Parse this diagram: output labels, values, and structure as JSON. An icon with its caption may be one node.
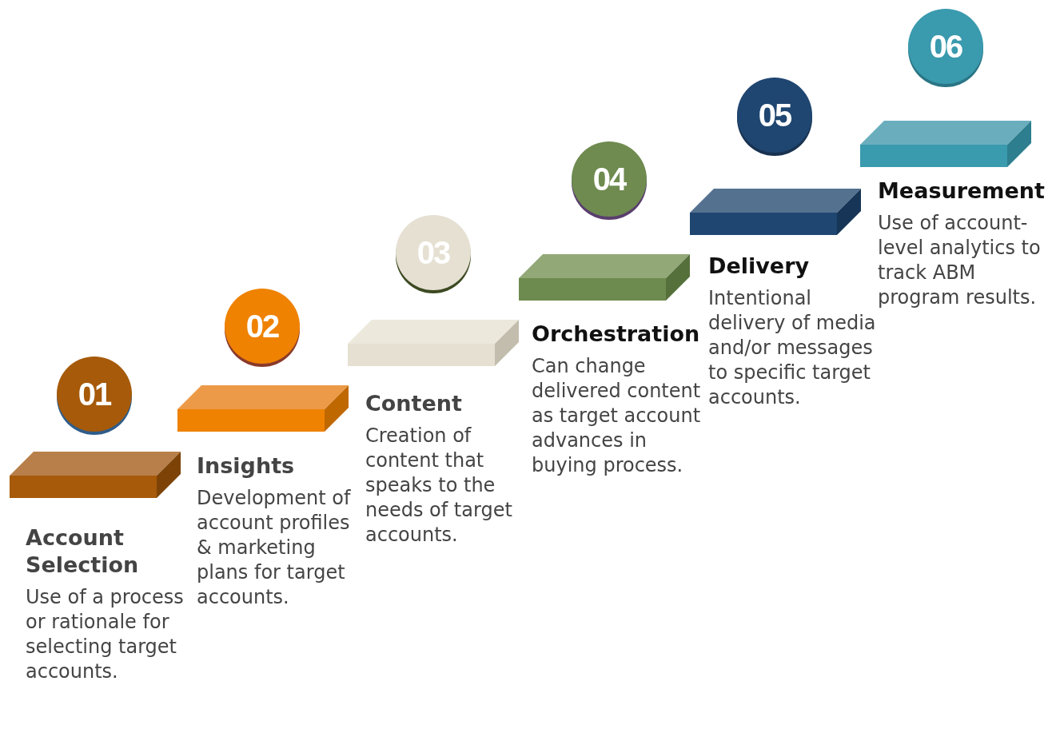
{
  "diagram": {
    "nodes": [
      {
        "text": [
          "01"
        ]
      },
      {
        "text": [
          "Account Selection",
          "Use of a process or rationale for selecting target accounts."
        ]
      },
      {
        "text": [
          "02"
        ]
      },
      {
        "text": [
          "Insights",
          "Development of account profiles & marketing plans for target accounts."
        ]
      },
      {
        "text": [
          "03"
        ]
      },
      {
        "text": [
          "Content",
          "Creation of content that speaks to the needs of target accounts."
        ]
      },
      {
        "text": [
          "04"
        ]
      },
      {
        "text": [
          "Orchestration",
          "Can change delivered content as target account advances in buying process."
        ]
      },
      {
        "text": [
          "05"
        ]
      },
      {
        "text": [
          "Delivery",
          "Intentional delivery of media and/or messages to specific target accounts."
        ]
      },
      {
        "text": [
          "06"
        ]
      },
      {
        "text": [
          "Measurement",
          "Use of account-level analytics to track ABM program results."
        ]
      }
    ]
  }
}
